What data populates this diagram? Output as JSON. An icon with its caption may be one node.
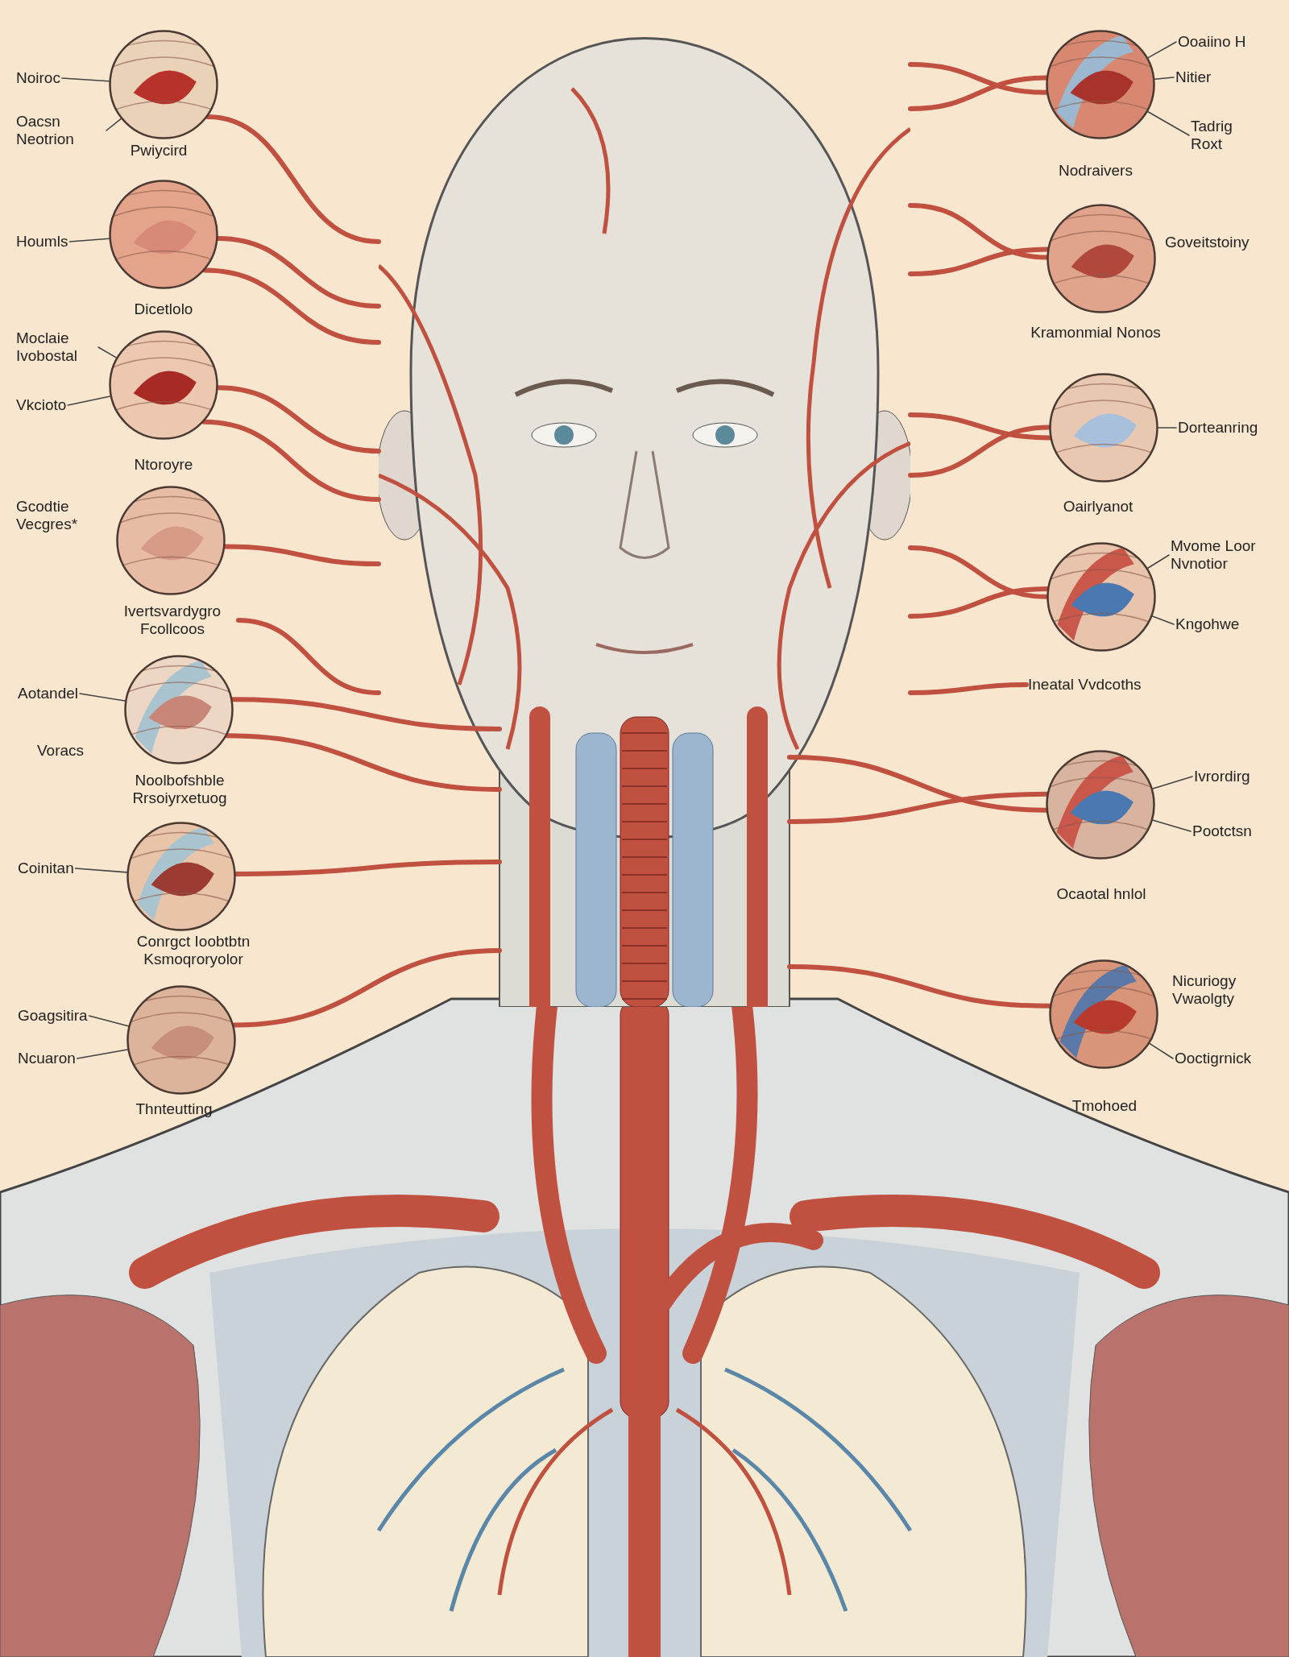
{
  "diagram": {
    "nodes": [
      {
        "text": [],
        "shape": "picture"
      },
      {
        "text": [
          "Noiroc"
        ]
      },
      {
        "text": [],
        "shape": "picture",
        "beside": [
          "Pwiycird"
        ]
      },
      {
        "text": [
          "Oacsn Neotrion"
        ]
      },
      {
        "text": [
          "Houmls"
        ]
      },
      {
        "text": [],
        "shape": "picture",
        "beside": [
          "Dicetlolo"
        ]
      },
      {
        "text": [
          "Moclaie Ivobostal"
        ]
      },
      {
        "text": [],
        "shape": "picture",
        "beside": [
          "Ntoroyre"
        ]
      },
      {
        "text": [
          "Vkcioto"
        ]
      },
      {
        "text": [],
        "shape": "picture",
        "beside": [
          "Gcodtie Vecgres*"
        ]
      },
      {
        "text": [
          "Ivertsvardygro Fcollcoos"
        ]
      },
      {
        "text": [
          "Aotandel"
        ]
      },
      {
        "text": [],
        "shape": "picture",
        "beside": [
          "Voracs",
          "Noolbofshble Rrsoiyrxetuog"
        ]
      },
      {
        "text": [
          "Coinitan"
        ]
      },
      {
        "text": [],
        "shape": "picture",
        "beside": [
          "Conrgct Ioobtbtn Ksmoqroryolor"
        ]
      },
      {
        "text": [
          "Goagsitira"
        ]
      },
      {
        "text": [],
        "shape": "picture",
        "beside": [
          "Thnteutting"
        ]
      },
      {
        "text": [
          "Ncuaron"
        ]
      },
      {
        "text": [],
        "shape": "picture",
        "beside": [
          "Nodraivers"
        ]
      },
      {
        "text": [
          "Ooaiino H"
        ]
      },
      {
        "text": [
          "Nitier"
        ]
      },
      {
        "text": [
          "Tadrig Roxt"
        ]
      },
      {
        "text": [],
        "shape": "picture",
        "beside": [
          "Goveitstoiny",
          "Kramonmial Nonos"
        ]
      },
      {
        "text": [],
        "shape": "picture",
        "beside": [
          "Oairlyanot"
        ]
      },
      {
        "text": [
          "Dorteanring"
        ]
      },
      {
        "text": [],
        "shape": "picture"
      },
      {
        "text": [
          "Mvome Loor Nvnotior"
        ]
      },
      {
        "text": [
          "Kngohwe"
        ]
      },
      {
        "text": [
          "Ineatal Vvdcoths"
        ]
      },
      {
        "text": [],
        "shape": "picture",
        "beside": [
          "Ocaotal hnlol"
        ]
      },
      {
        "text": [
          "Ivrordirg"
        ]
      },
      {
        "text": [
          "Pootctsn"
        ]
      },
      {
        "text": [],
        "shape": "picture",
        "beside": [
          "Nicuriogy Vwaolgty",
          "Tmohoed"
        ]
      },
      {
        "text": [
          "Ooctigrnick"
        ]
      }
    ],
    "edges": [
      {
        "from": 1,
        "to": 2,
        "arrow": "none",
        "color": "#444444"
      },
      {
        "from": 3,
        "to": 2,
        "arrow": "none",
        "color": "#444444"
      },
      {
        "from": 4,
        "to": 5,
        "arrow": "none",
        "color": "#444444"
      },
      {
        "from": 6,
        "to": 7,
        "arrow": "none",
        "color": "#444444"
      },
      {
        "from": 8,
        "to": 7,
        "arrow": "none",
        "color": "#444444"
      },
      {
        "from": 11,
        "to": 12,
        "arrow": "none",
        "color": "#444444"
      },
      {
        "from": 13,
        "to": 14,
        "arrow": "none",
        "color": "#444444"
      },
      {
        "from": 15,
        "to": 16,
        "arrow": "none",
        "color": "#444444"
      },
      {
        "from": 17,
        "to": 16,
        "arrow": "none",
        "color": "#444444"
      },
      {
        "from": 19,
        "to": 18,
        "arrow": "none",
        "color": "#444444"
      },
      {
        "from": 20,
        "to": 18,
        "arrow": "none",
        "color": "#444444"
      },
      {
        "from": 21,
        "to": 18,
        "arrow": "none",
        "color": "#444444"
      },
      {
        "from": 24,
        "to": 23,
        "arrow": "none",
        "color": "#444444"
      },
      {
        "from": 26,
        "to": 25,
        "arrow": "none",
        "color": "#444444"
      },
      {
        "from": 27,
        "to": 25,
        "arrow": "none",
        "color": "#444444"
      },
      {
        "from": 30,
        "to": 29,
        "arrow": "none",
        "color": "#444444"
      },
      {
        "from": 31,
        "to": 29,
        "arrow": "none",
        "color": "#444444"
      },
      {
        "from": 33,
        "to": 32,
        "arrow": "none",
        "color": "#444444"
      },
      {
        "from": 2,
        "to": 0,
        "arrow": "none"
      },
      {
        "from": 5,
        "to": 0,
        "arrow": "none"
      },
      {
        "from": 5,
        "to": 0,
        "arrow": "none"
      },
      {
        "from": 7,
        "to": 0,
        "arrow": "none"
      },
      {
        "from": 7,
        "to": 0,
        "arrow": "none"
      },
      {
        "from": 9,
        "to": 0,
        "arrow": "none"
      },
      {
        "from": 10,
        "to": 0,
        "arrow": "none"
      },
      {
        "from": 12,
        "to": 0,
        "arrow": "none"
      },
      {
        "from": 12,
        "to": 0,
        "arrow": "none"
      },
      {
        "from": 14,
        "to": 0,
        "arrow": "none"
      },
      {
        "from": 16,
        "to": 0,
        "arrow": "none"
      },
      {
        "from": 18,
        "to": 0,
        "arrow": "none"
      },
      {
        "from": 18,
        "to": 0,
        "arrow": "none"
      },
      {
        "from": 22,
        "to": 0,
        "arrow": "none"
      },
      {
        "from": 22,
        "to": 0,
        "arrow": "none"
      },
      {
        "from": 23,
        "to": 0,
        "arrow": "none"
      },
      {
        "from": 23,
        "to": 0,
        "arrow": "none"
      },
      {
        "from": 25,
        "to": 0,
        "arrow": "none"
      },
      {
        "from": 25,
        "to": 0,
        "arrow": "none"
      },
      {
        "from": 28,
        "to": 0,
        "arrow": "none"
      },
      {
        "from": 29,
        "to": 0,
        "arrow": "none"
      },
      {
        "from": 29,
        "to": 0,
        "arrow": "none"
      },
      {
        "from": 32,
        "to": 0,
        "arrow": "none"
      }
    ]
  }
}
